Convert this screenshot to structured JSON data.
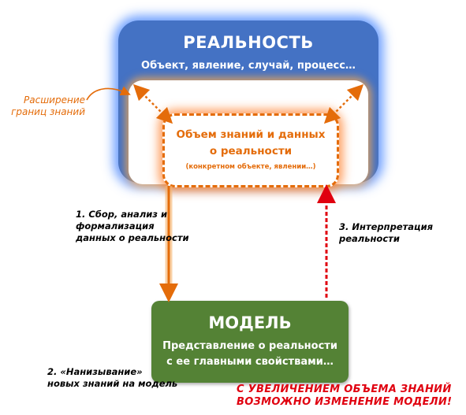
{
  "reality": {
    "title": "РЕАЛЬНОСТЬ",
    "subtitle": "Объект, явление, случай, процесс…"
  },
  "knowledge": {
    "title_line1": "Объем знаний и данных",
    "title_line2": "о реальности",
    "note": "(конкретном объекте, явлении…)"
  },
  "model": {
    "title": "МОДЕЛЬ",
    "subtitle_line1": "Представление о реальности",
    "subtitle_line2": "с ее главными свойствами…"
  },
  "notes": {
    "expand_line1": "Расширение",
    "expand_line2": "границ знаний",
    "collect_line1": "1. Сбор, анализ и",
    "collect_line2": "формализация",
    "collect_line3": "данных о реальности",
    "interp_line1": "3. Интерпретация",
    "interp_line2": "реальности",
    "stringing_line1": "2. «Нанизывание»",
    "stringing_line2": "новых знаний на модель",
    "warning_line1": "С УВЕЛИЧЕНИЕМ ОБЪЕМА ЗНАНИЙ",
    "warning_line2": "ВОЗМОЖНО ИЗМЕНЕНИЕ МОДЕЛИ!"
  },
  "colors": {
    "reality_blue": "#4472c4",
    "knowledge_orange": "#e46c0a",
    "model_green": "#548235",
    "interpretation_red": "#e0000f"
  }
}
